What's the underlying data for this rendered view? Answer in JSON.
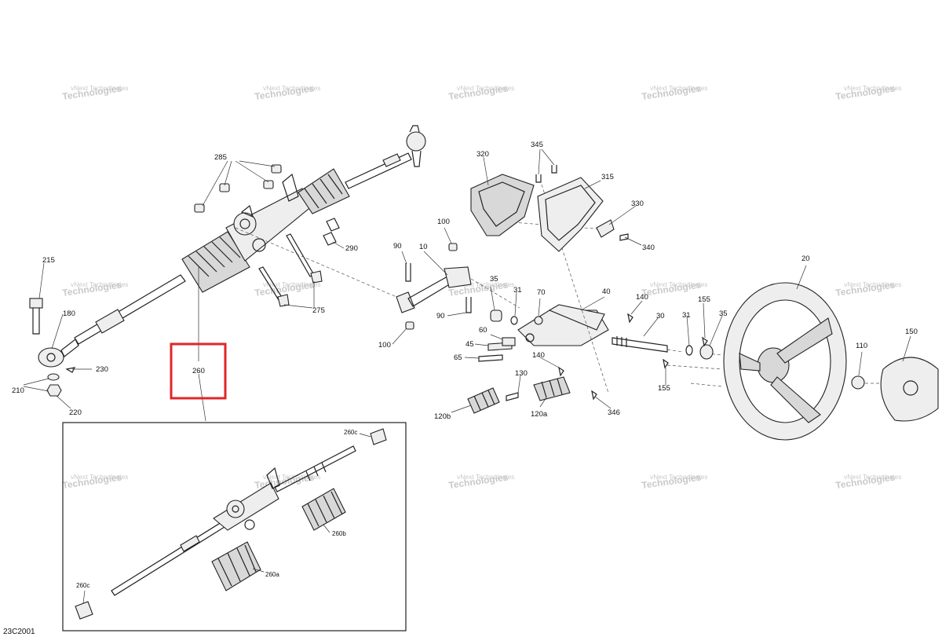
{
  "diagram_code": "23C2001",
  "watermark": {
    "line1": "vNext Technologies",
    "line2": "Technologies",
    "line3": "vNext"
  },
  "highlight_color": "#e0262a",
  "callouts": {
    "c10": "10",
    "c20": "20",
    "c30": "30",
    "c31a": "31",
    "c31b": "31",
    "c35a": "35",
    "c35b": "35",
    "c40": "40",
    "c45": "45",
    "c60": "60",
    "c65": "65",
    "c70": "70",
    "c90a": "90",
    "c90b": "90",
    "c100a": "100",
    "c100b": "100",
    "c110": "110",
    "c120a": "120a",
    "c120b": "120b",
    "c130": "130",
    "c140a": "140",
    "c140b": "140",
    "c150": "150",
    "c155a": "155",
    "c155b": "155",
    "c180": "180",
    "c210": "210",
    "c215": "215",
    "c220": "220",
    "c230": "230",
    "c260": "260",
    "c275": "275",
    "c285": "285",
    "c290": "290",
    "c315": "315",
    "c320": "320",
    "c330": "330",
    "c340": "340",
    "c345": "345",
    "c346": "346"
  },
  "inset_callouts": {
    "c260a": "260a",
    "c260b": "260b",
    "c260c_top": "260c",
    "c260c_bottom": "260c"
  }
}
